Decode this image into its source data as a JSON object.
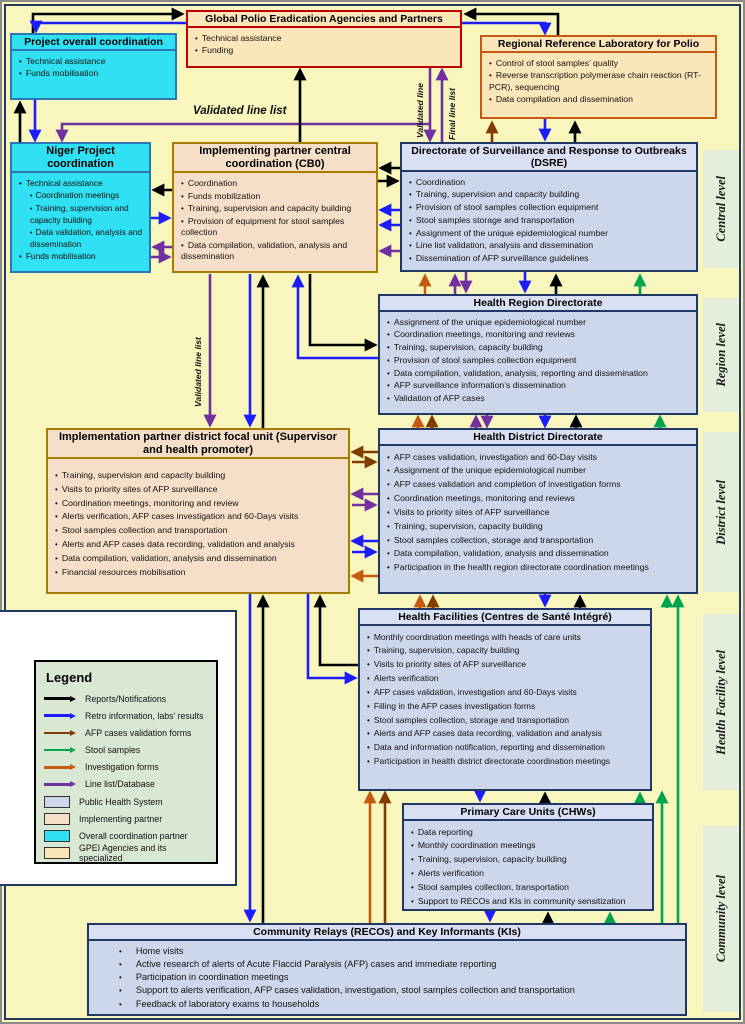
{
  "colors": {
    "background": "#F8F6BD",
    "public_health_box": "#CCD7EC",
    "public_health_border": "#1F3864",
    "implementing_partner_box": "#F5DFC8",
    "implementing_partner_border": "#A67C00",
    "coordination_partner_box": "#2FE1F2",
    "coordination_partner_border": "#2E75B6",
    "gpei_box": "#FBE6BA",
    "gpei_border_red": "#C00000",
    "gpei_border_orange": "#C45911",
    "level_strip": "#E3EFDA",
    "legend_bg": "#D9E8D2"
  },
  "boxes": {
    "global": {
      "title": "Global Polio Eradication Agencies and Partners",
      "items": [
        "Technical assistance",
        "Funding"
      ]
    },
    "project": {
      "title": "Project overall coordination",
      "items": [
        "Technical assistance",
        "Funds mobilisation"
      ]
    },
    "rrl": {
      "title": "Regional Reference Laboratory for Polio",
      "items": [
        "Control of stool samples’ quality",
        "Reverse transcription polymerase chain reaction (RT- PCR), sequencing",
        "Data compilation and dissemination"
      ]
    },
    "niger": {
      "title": "Niger Project coordination",
      "items": [
        {
          "text": "Technical assistance",
          "sub": [
            "Coordination meetings",
            "Training, supervision and capacity building",
            "Data validation, analysis and dissemination"
          ]
        },
        {
          "text": "Funds mobilisation"
        }
      ]
    },
    "cb0": {
      "title": "Implementing partner central coordination (CB0)",
      "items": [
        "Coordination",
        "Funds mobilization",
        "Training, supervision and capacity building",
        "Provision of equipment for stool samples collection",
        "Data compilation, validation, analysis and dissemination"
      ]
    },
    "dsre": {
      "title": "Directorate of Surveillance and Response to Outbreaks (DSRE)",
      "items": [
        "Coordination",
        "Training, supervision and capacity building",
        "Provision of stool samples collection equipment",
        "Stool samples storage and transportation",
        "Assignment of the unique epidemiological number",
        "Line list validation, analysis and dissemination",
        "Dissemination of AFP surveillance guidelines"
      ]
    },
    "region": {
      "title": "Health Region Directorate",
      "items": [
        "Assignment of the unique epidemiological number",
        "Coordination meetings, monitoring and reviews",
        "Training, supervision, capacity building",
        "Provision of stool samples collection equipment",
        "Data compilation, validation, analysis, reporting and dissemination",
        "AFP surveillance information’s dissemination",
        "Validation of AFP cases"
      ]
    },
    "district_unit": {
      "title": "Implementation partner district focal unit (Supervisor and health promoter)",
      "items": [
        "Training, supervision and capacity building",
        "Visits to priority sites of AFP surveillance",
        "Coordination meetings, monitoring and review",
        "Alerts verification, AFP cases investigation and 60-Days visits",
        "Stool samples collection and transportation",
        "Alerts and AFP cases data recording, validation and analysis",
        "Data compilation, validation, analysis and dissemination",
        "Financial resources mobilisation"
      ]
    },
    "hdd": {
      "title": "Health District Directorate",
      "items": [
        "AFP cases validation, investigation and 60-Day visits",
        "Assignment of the unique epidemiological number",
        "AFP cases validation and completion of investigation forms",
        "Coordination meetings, monitoring and reviews",
        "Visits to priority sites of AFP surveillance",
        "Training, supervision, capacity building",
        "Stool samples collection, storage and transportation",
        "Data compilation, validation, analysis and dissemination",
        "Participation in the health region directorate coordination meetings"
      ]
    },
    "facilities": {
      "title": "Health Facilities (Centres de Santé Intégré)",
      "items": [
        "Monthly coordination meetings with heads of care units",
        "Training, supervision, capacity building",
        "Visits to priority sites of AFP surveillance",
        "Alerts verification",
        "AFP cases validation, investigation and 60-Days visits",
        "Filling in the AFP cases investigation forms",
        "Stool samples collection, storage and transportation",
        "Alerts and AFP cases data recording, validation and analysis",
        "Data and information notification, reporting and dissemination",
        "Participation in health district directorate coordination meetings"
      ]
    },
    "pcu": {
      "title": "Primary Care Units (CHWs)",
      "items": [
        "Data reporting",
        "Monthly coordination meetings",
        "Training, supervision, capacity building",
        "Alerts verification",
        "Stool samples collection, transportation",
        "Support to RECOs and KIs in community sensitization"
      ]
    },
    "community": {
      "title": "Community Relays (RECOs) and Key Informants (KIs)",
      "items": [
        "Home visits",
        "Active research of alerts of Acute Flaccid Paralysis (AFP) cases and immediate reporting",
        "Participation in coordination meetings",
        "Support to alerts verification, AFP cases validation, investigation, stool samples collection and transportation",
        "Feedback of laboratory exams to households"
      ]
    }
  },
  "levels": [
    "Central level",
    "Region level",
    "District level",
    "Health Facility level",
    "Community level"
  ],
  "flow_labels": {
    "validated_line_list_top": "Validated line list",
    "validated_line": "Validated line",
    "final_line_list": "Final line list",
    "validated_line_list_left": "Validated line list"
  },
  "legend": {
    "title": "Legend",
    "arrows": [
      {
        "label": "Reports/Notifications",
        "color": "#000000"
      },
      {
        "label": "Retro information, labs’ results",
        "color": "#1C1CFF"
      },
      {
        "label": "AFP cases validation forms",
        "color": "#833C00"
      },
      {
        "label": "Stool samples",
        "color": "#00A550"
      },
      {
        "label": "Investigation forms",
        "color": "#C55A11"
      },
      {
        "label": "Line list/Database",
        "color": "#7030A0"
      }
    ],
    "swatches": [
      {
        "label": "Public Health System",
        "fill": "#CCD7EC"
      },
      {
        "label": "Implementing partner",
        "fill": "#F5DFC8"
      },
      {
        "label": "Overall coordination partner",
        "fill": "#2FE1F2"
      },
      {
        "label": "GPEI Agencies and its specialized",
        "fill": "#FBE6BA"
      }
    ]
  }
}
